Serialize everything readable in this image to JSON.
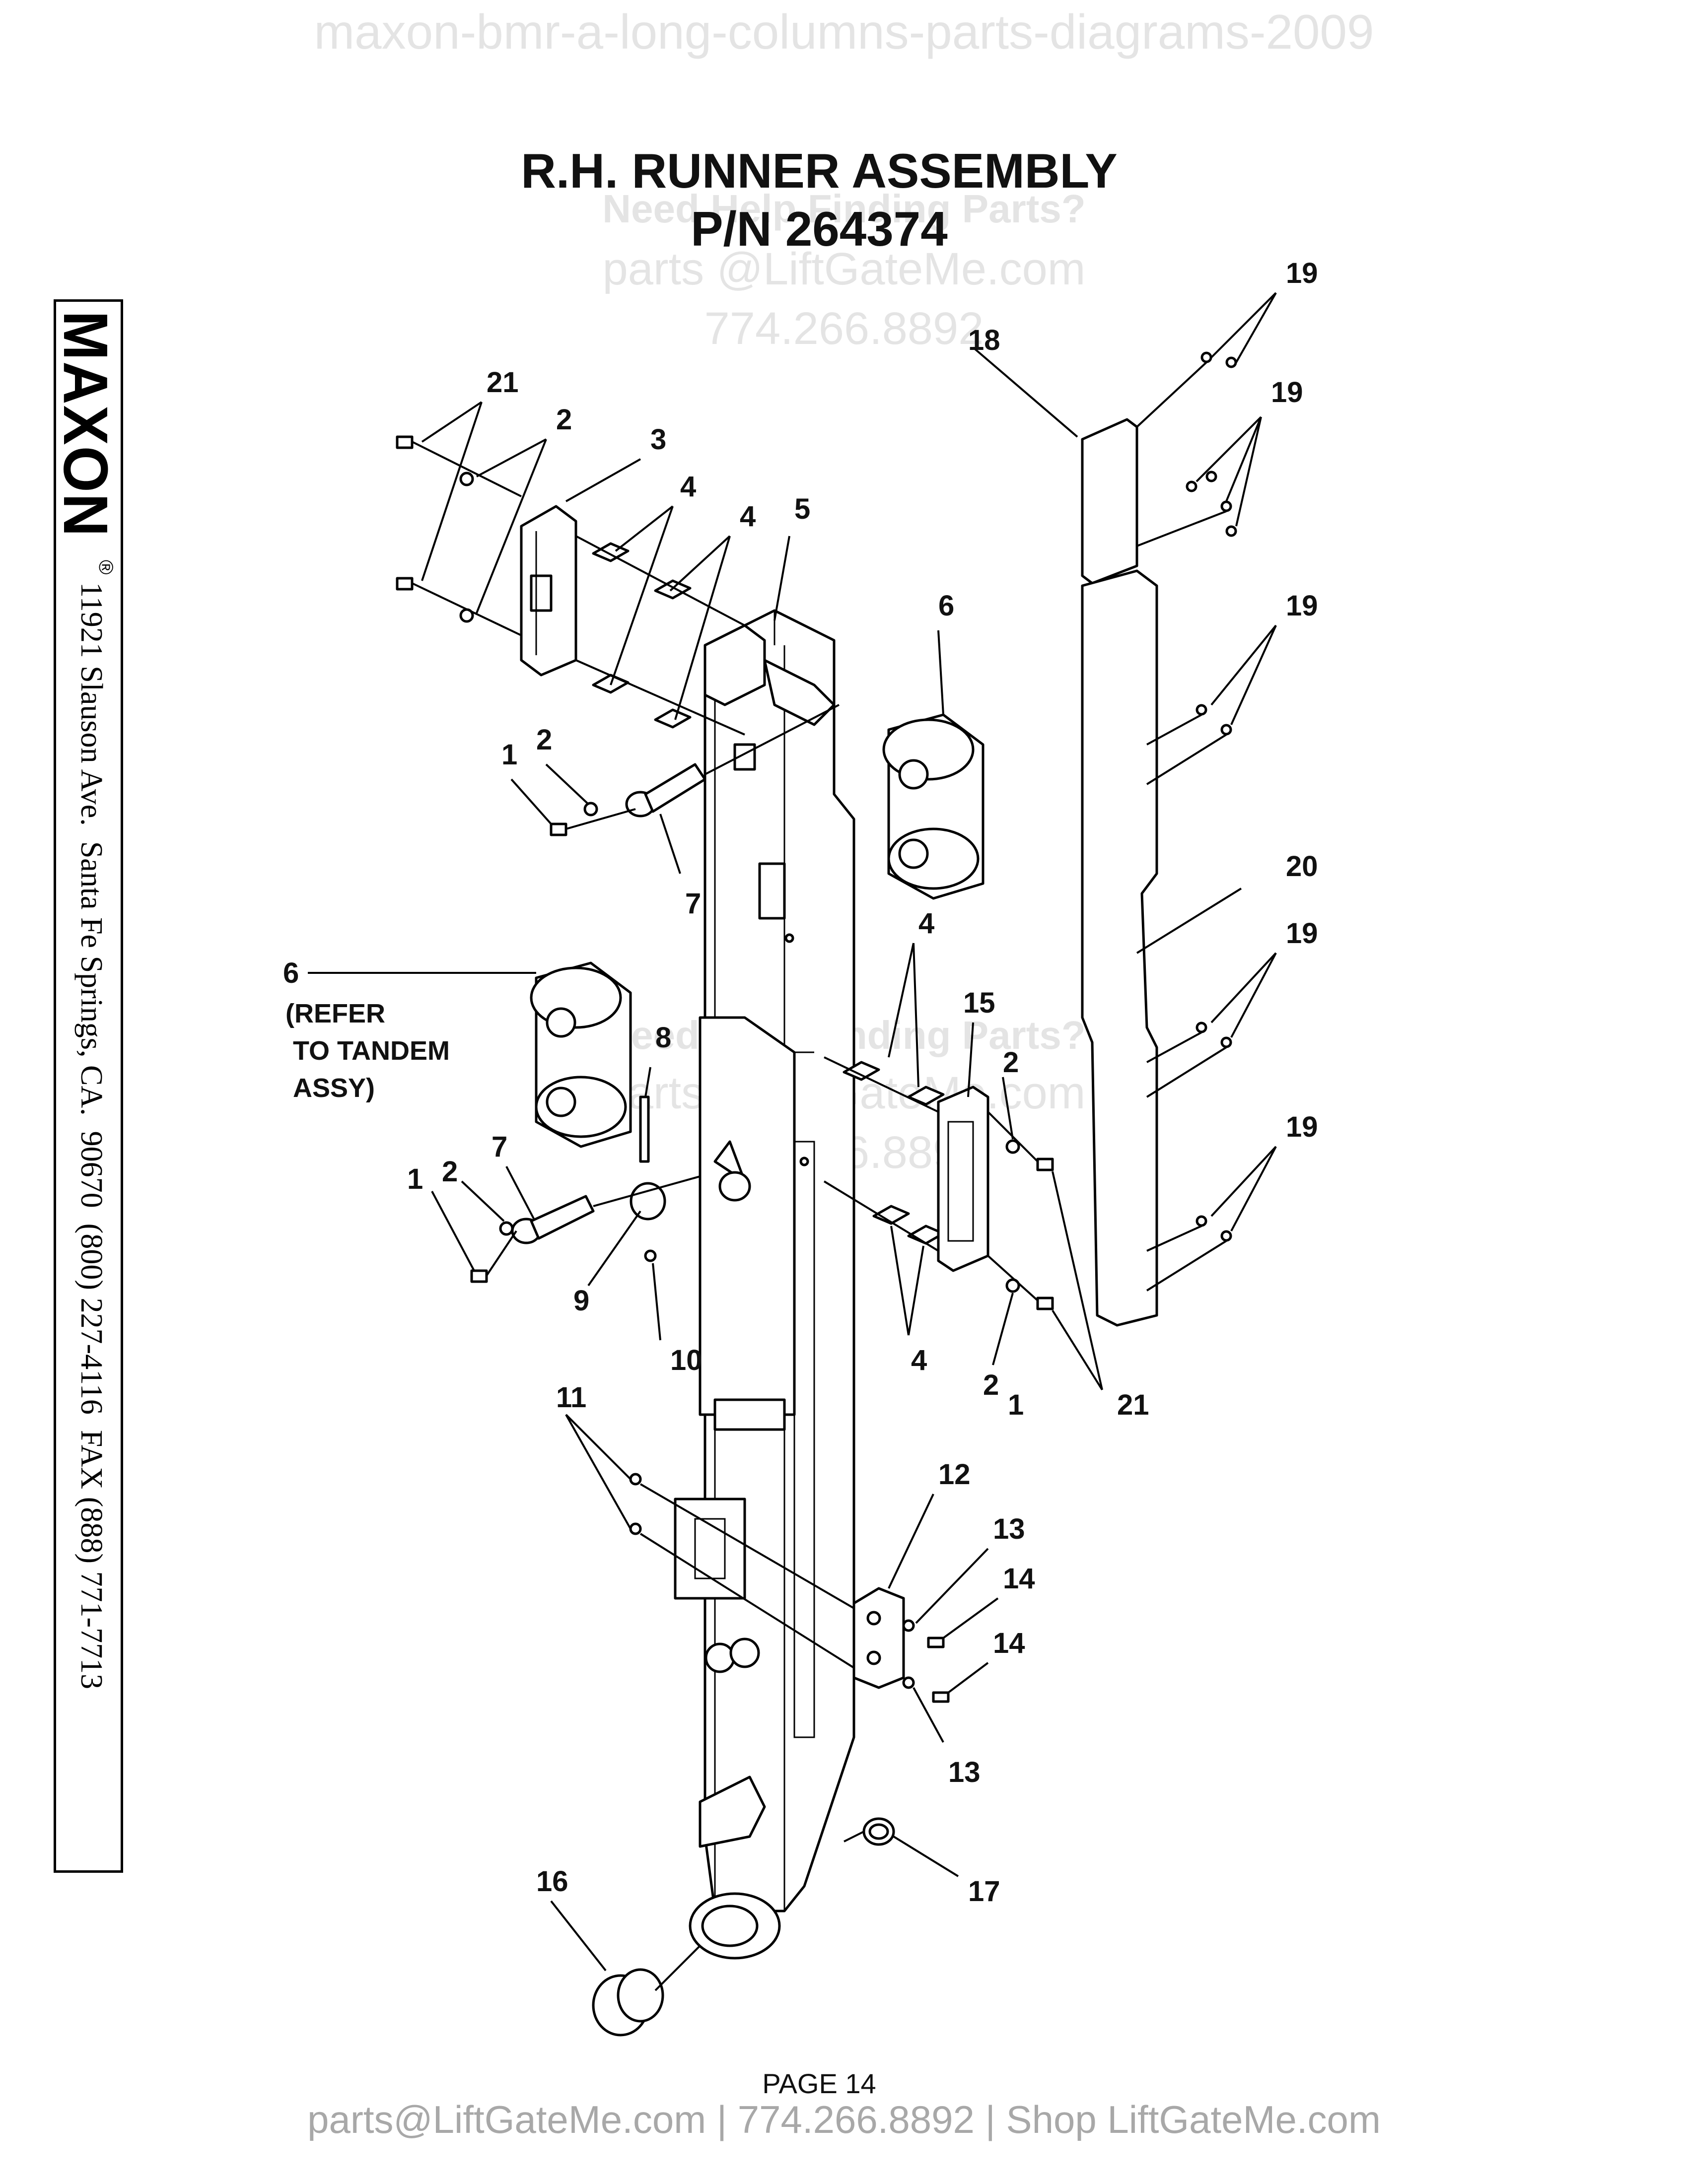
{
  "watermark": {
    "top": "maxon-bmr-a-long-columns-parts-diagrams-2009",
    "help": "Need Help Finding Parts?",
    "email": "parts @LiftGateMe.com",
    "phone": "774.266.8892"
  },
  "title": {
    "line1": "R.H. RUNNER ASSEMBLY",
    "line2": "P/N 264374"
  },
  "sidebar": {
    "brand": "MAXON",
    "registered": "®",
    "address": "11921 Slauson Ave.  Santa Fe Springs, CA.  90670  (800) 227-4116  FAX (888) 771-7713"
  },
  "callouts": [
    {
      "id": "c21a",
      "text": "21"
    },
    {
      "id": "c2a",
      "text": "2"
    },
    {
      "id": "c3",
      "text": "3"
    },
    {
      "id": "c4a",
      "text": "4"
    },
    {
      "id": "c4b",
      "text": "4"
    },
    {
      "id": "c5",
      "text": "5"
    },
    {
      "id": "c6a",
      "text": "6"
    },
    {
      "id": "c18",
      "text": "18"
    },
    {
      "id": "c19a",
      "text": "19"
    },
    {
      "id": "c19b",
      "text": "19"
    },
    {
      "id": "c19c",
      "text": "19"
    },
    {
      "id": "c20",
      "text": "20"
    },
    {
      "id": "c19d",
      "text": "19"
    },
    {
      "id": "c19e",
      "text": "19"
    },
    {
      "id": "c1a",
      "text": "1"
    },
    {
      "id": "c2b",
      "text": "2"
    },
    {
      "id": "c7a",
      "text": "7"
    },
    {
      "id": "c6b",
      "text": "6"
    },
    {
      "id": "c6note1",
      "text": "(REFER"
    },
    {
      "id": "c6note2",
      "text": "TO TANDEM"
    },
    {
      "id": "c6note3",
      "text": "ASSY)"
    },
    {
      "id": "c8",
      "text": "8"
    },
    {
      "id": "c4c",
      "text": "4"
    },
    {
      "id": "c15",
      "text": "15"
    },
    {
      "id": "c2c",
      "text": "2"
    },
    {
      "id": "c7b",
      "text": "7"
    },
    {
      "id": "c2d",
      "text": "2"
    },
    {
      "id": "c1b",
      "text": "1"
    },
    {
      "id": "c9",
      "text": "9"
    },
    {
      "id": "c10",
      "text": "10"
    },
    {
      "id": "c4d",
      "text": "4"
    },
    {
      "id": "c2e",
      "text": "2"
    },
    {
      "id": "c1c",
      "text": "1"
    },
    {
      "id": "c21b",
      "text": "21"
    },
    {
      "id": "c11",
      "text": "11"
    },
    {
      "id": "c12",
      "text": "12"
    },
    {
      "id": "c13a",
      "text": "13"
    },
    {
      "id": "c14a",
      "text": "14"
    },
    {
      "id": "c14b",
      "text": "14"
    },
    {
      "id": "c13b",
      "text": "13"
    },
    {
      "id": "c16",
      "text": "16"
    },
    {
      "id": "c17",
      "text": "17"
    }
  ],
  "page_number": "PAGE 14",
  "footer": "parts@LiftGateMe.com | 774.266.8892 | Shop LiftGateMe.com"
}
